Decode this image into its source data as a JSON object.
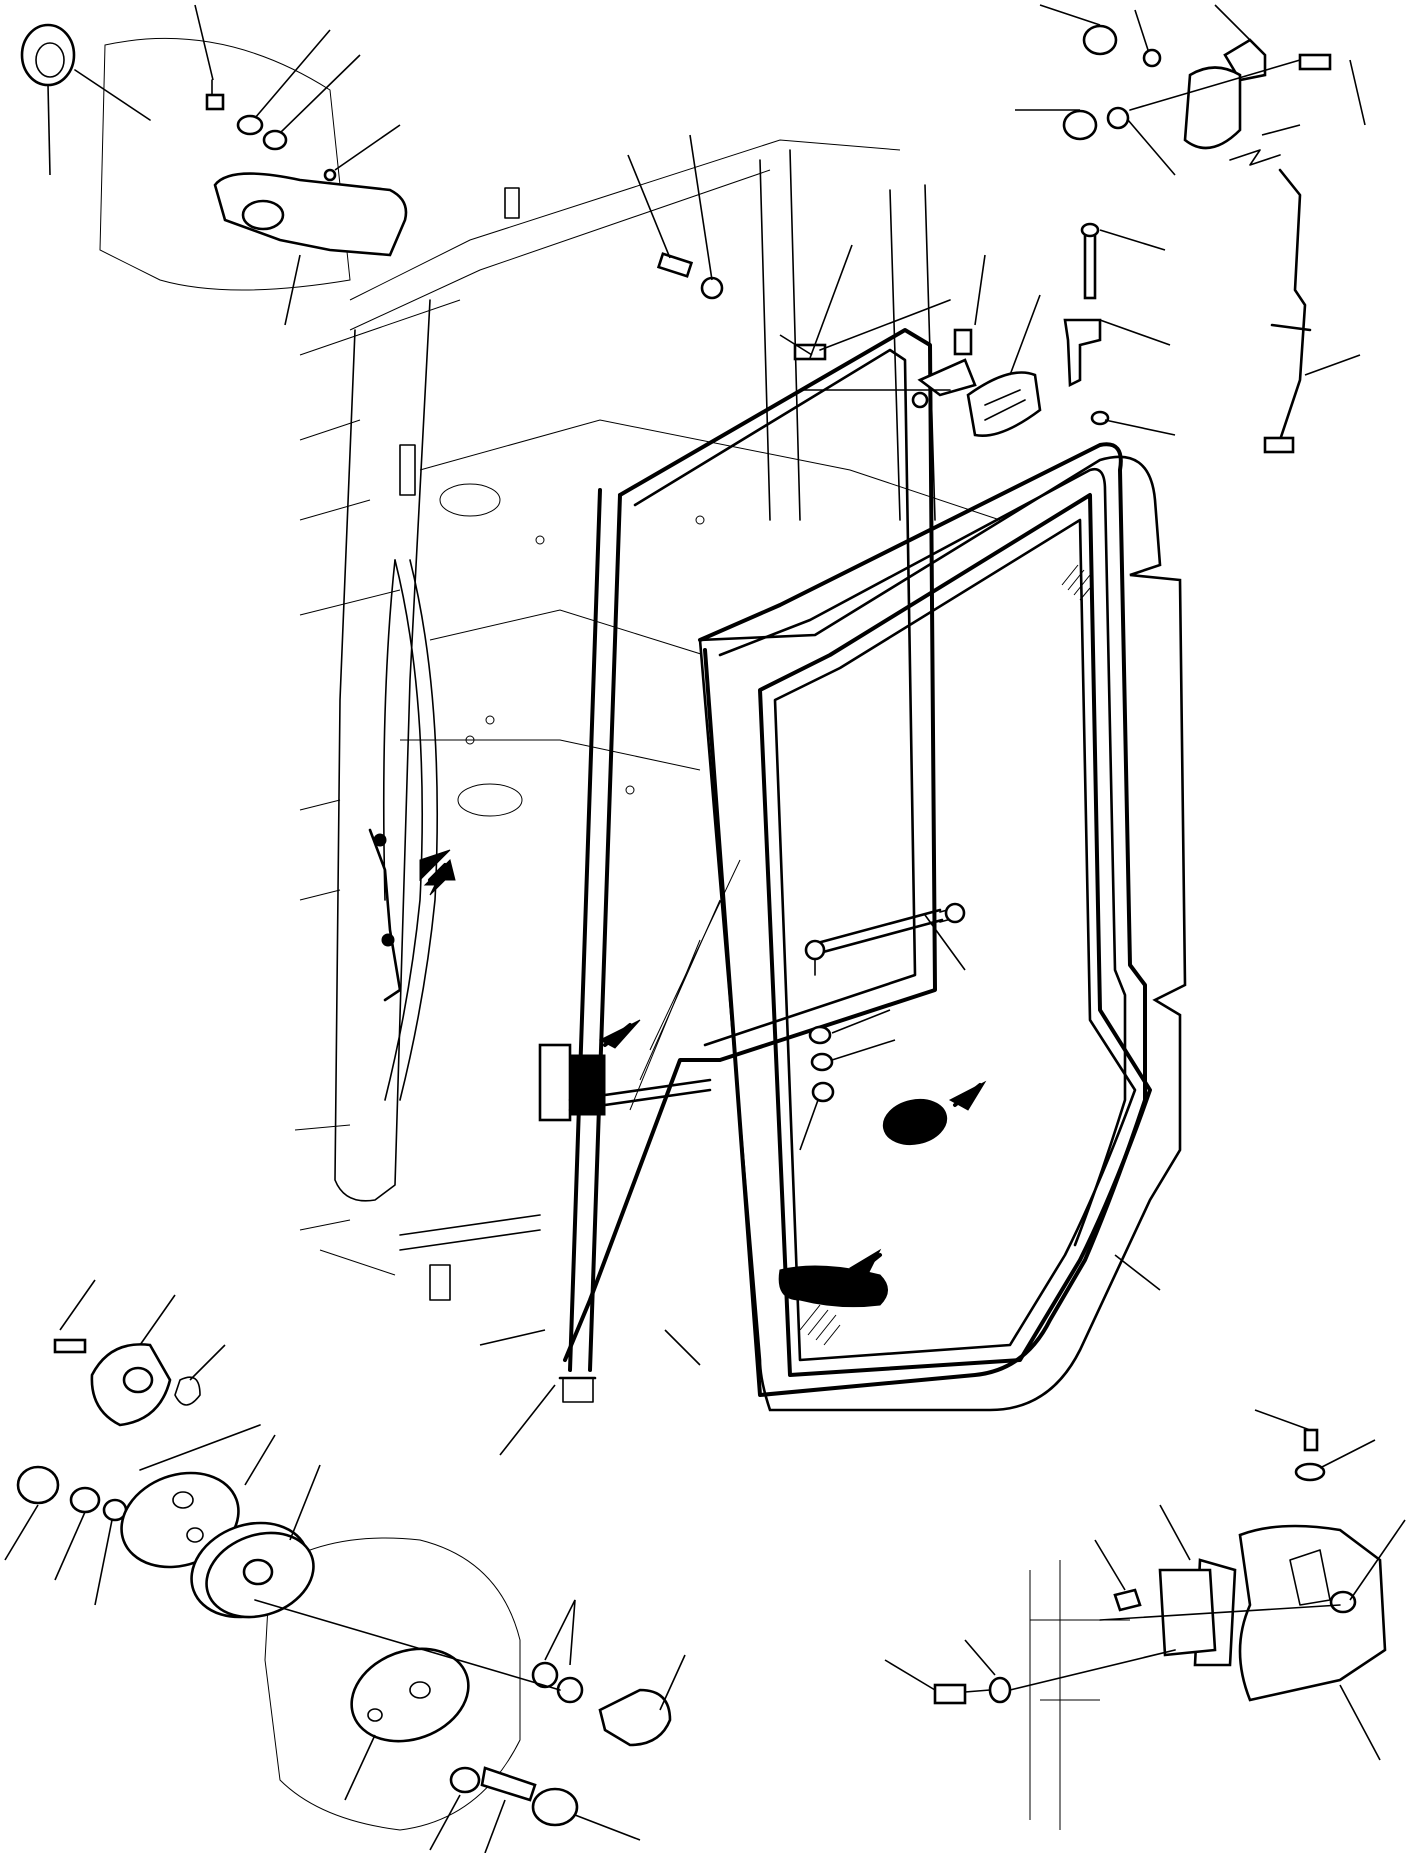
{
  "drawing": {
    "ink_color": "#000000",
    "paper_color": "#ffffff",
    "main_assembly": "cab-door-glass-frame",
    "detail_groups": [
      {
        "id": "inner-handle-assembly",
        "icon": "door-handle-icon"
      },
      {
        "id": "gas-spring-latch-rod",
        "icon": "latch-rod-icon"
      },
      {
        "id": "upper-hinge-bracket",
        "icon": "hinge-icon"
      },
      {
        "id": "gas-strut",
        "icon": "gas-strut-icon"
      },
      {
        "id": "lock-cylinder-assembly",
        "icon": "lock-cylinder-icon"
      },
      {
        "id": "door-catch-assembly",
        "icon": "door-catch-icon"
      }
    ],
    "arrow_indicators": 5
  }
}
